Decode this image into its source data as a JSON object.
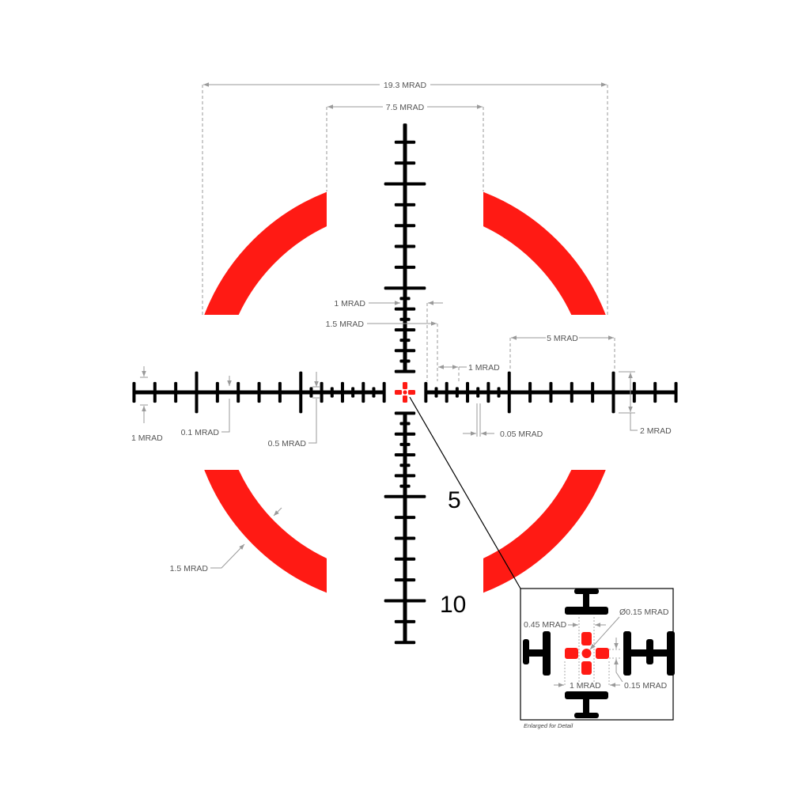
{
  "colors": {
    "reticle": "#000000",
    "illumination": "#ff1a14",
    "dimension": "#9a9a9a"
  },
  "dimensions": {
    "overall_width": "19.3 MRAD",
    "ring_gap": "7.5 MRAD",
    "vert_tick_spacing": "1 MRAD",
    "vert_tick_offset": "1.5 MRAD",
    "subtension_right": "1 MRAD",
    "major_spacing": "5 MRAD",
    "major_tick_height": "2 MRAD",
    "line_width": "0.05 MRAD",
    "left_tick_height": "1 MRAD",
    "tick_width": "0.1 MRAD",
    "half_tick": "0.5 MRAD",
    "ring_thickness": "1.5 MRAD"
  },
  "numbers": {
    "five": "5",
    "ten": "10"
  },
  "inset": {
    "dot_diameter": "Ø0.15 MRAD",
    "arm_length": "0.45 MRAD",
    "cross_width": "1 MRAD",
    "arm_thickness": "0.15 MRAD",
    "caption": "Enlarged for Detail"
  }
}
